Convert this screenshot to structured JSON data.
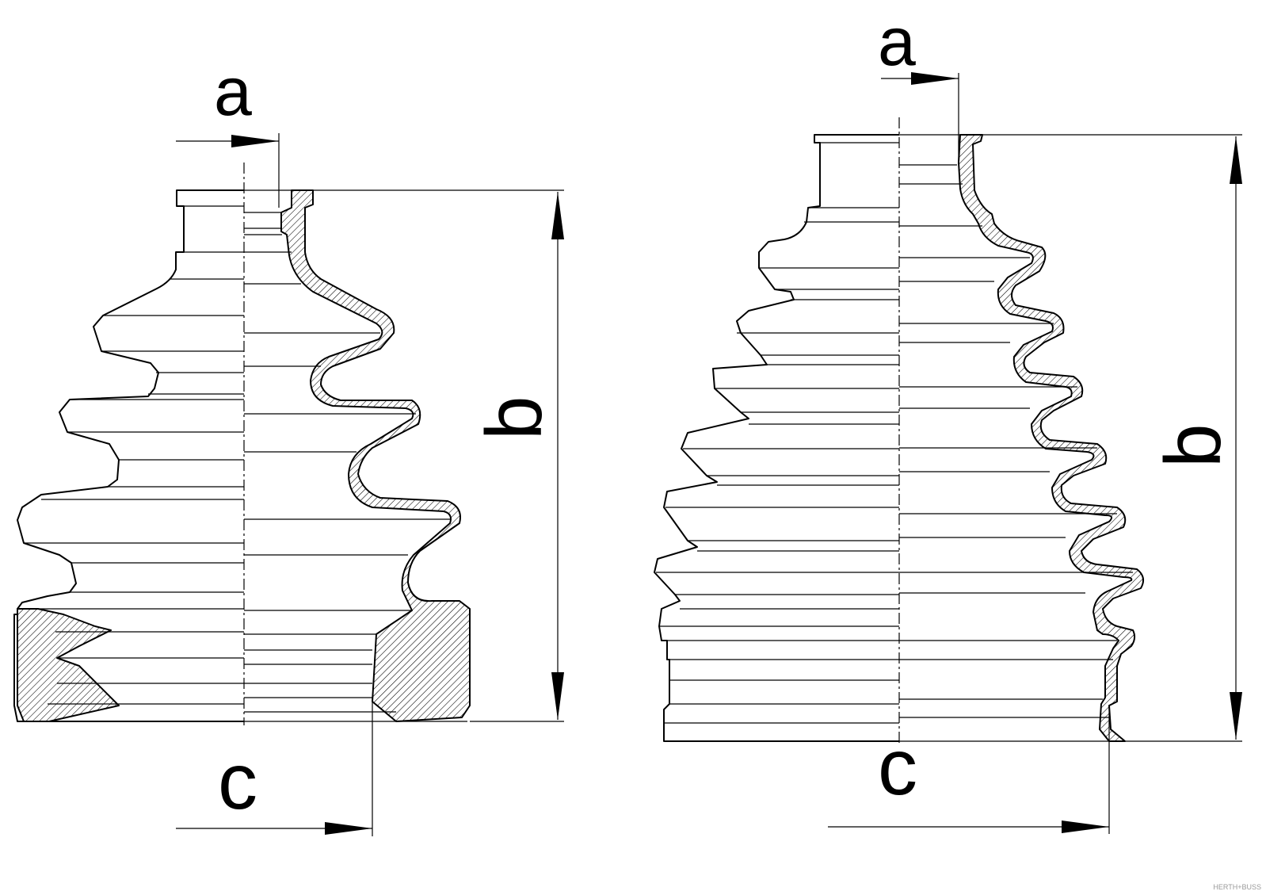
{
  "drawings": [
    {
      "name": "boot-left",
      "labels": {
        "a": "a",
        "b": "b",
        "c": "c"
      }
    },
    {
      "name": "boot-right",
      "labels": {
        "a": "a",
        "b": "b",
        "c": "c"
      }
    }
  ],
  "watermark": "HERTH+BUSS",
  "colors": {
    "line": "#000000",
    "background": "#ffffff",
    "watermark": "#9a9a9a"
  }
}
